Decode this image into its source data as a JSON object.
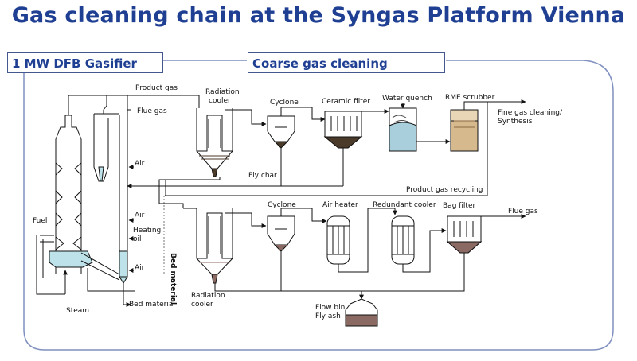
{
  "title": "Gas cleaning chain at the Syngas Platform Vienna",
  "sections": {
    "gasifier": "1 MW DFB Gasifier",
    "coarse": "Coarse gas cleaning"
  },
  "labels": {
    "product_gas": "Product gas",
    "flue_gas_top": "Flue gas",
    "radiation_cooler_top_1": "Radiation",
    "radiation_cooler_top_2": "cooler",
    "cyclone_top": "Cyclone",
    "ceramic_filter": "Ceramic filter",
    "water_quench": "Water quench",
    "rme_scrubber": "RME scrubber",
    "fine_gas_1": "Fine gas cleaning/",
    "fine_gas_2": "Synthesis",
    "air_1": "Air",
    "fly_char": "Fly char",
    "product_gas_recycling": "Product gas recycling",
    "air_2": "Air",
    "heating_oil_1": "Heating",
    "heating_oil_2": "oil",
    "air_3": "Air",
    "fuel": "Fuel",
    "steam": "Steam",
    "bed_material_vertical": "Bed material",
    "bed_material_bottom": "Bed material",
    "cyclone_bottom": "Cyclone",
    "air_heater": "Air heater",
    "redundant_cooler": "Redundant cooler",
    "bag_filter": "Bag filter",
    "flue_gas_right": "Flue gas",
    "radiation_cooler_bottom_1": "Radiation",
    "radiation_cooler_bottom_2": "cooler",
    "flow_bin": "Flow bin",
    "fly_ash": "Fly ash"
  },
  "colors": {
    "title": "#1f3f93",
    "frame": "#7f8fbf",
    "char": "#4a3a2a",
    "ash": "#8b6a64",
    "water": "#a9cfdc",
    "rme": "#d7b98e",
    "bed": "#bde2ea"
  }
}
